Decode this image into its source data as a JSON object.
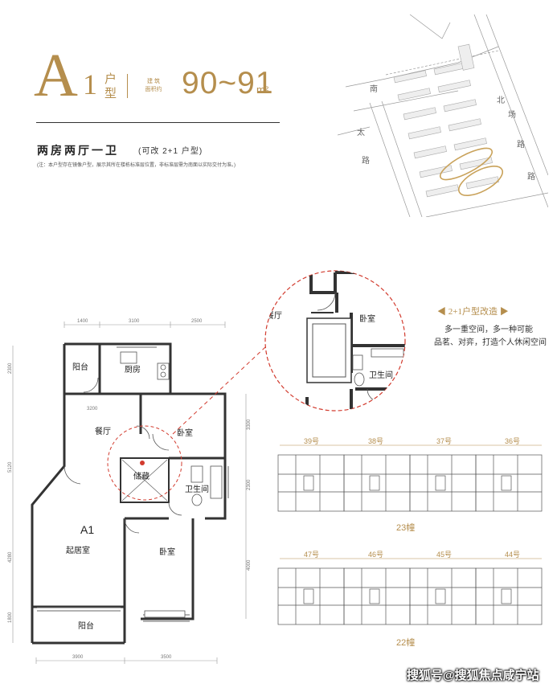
{
  "header": {
    "unit_letter": "A",
    "unit_number": "1",
    "unit_hu": "户",
    "unit_xing": "型",
    "area_label_1": "建 筑",
    "area_label_2": "面积约",
    "area_value": "90~91",
    "area_unit": "m²"
  },
  "subtitle": "两房两厅一卫",
  "subtitle_note": "(可改 2+1 户型)",
  "note": "(注：本户型存在镜像户型，展示其所在楼栋标准层位置，非标准层需为南面以实际交付为准。)",
  "site_plan": {
    "roads": [
      "南",
      "太",
      "路",
      "北",
      "场",
      "路",
      "路"
    ]
  },
  "floor_plan": {
    "unit_label": "A1",
    "rooms": {
      "balcony_top": "阳台",
      "kitchen": "厨房",
      "dining": "餐厅",
      "bedroom_top": "卧室",
      "storage": "储藏",
      "bathroom": "卫生间",
      "living": "起居室",
      "bedroom_bottom": "卧室",
      "balcony_bottom": "阳台"
    },
    "dims_top": [
      "1400",
      "3100",
      "2500"
    ],
    "dims_bottom": [
      "3900",
      "3500"
    ],
    "dims_left": [
      "2300",
      "5120",
      "4280",
      "1800"
    ],
    "dims_right": [
      "3300",
      "2300",
      "4000"
    ],
    "dim_inner": "3200"
  },
  "zoom": {
    "dining": "餐厅",
    "bedroom": "卧室",
    "bathroom": "卫生间"
  },
  "renovation": {
    "title": "◀ 2+1户型改造 ▶",
    "line1": "多一重空间，多一种可能",
    "line2": "品茗、对弈，打造个人休闲空间"
  },
  "buildings": [
    {
      "label": "23幢",
      "units": [
        "39号",
        "38号",
        "37号",
        "36号"
      ]
    },
    {
      "label": "22幢",
      "units": [
        "47号",
        "46号",
        "45号",
        "44号"
      ]
    }
  ],
  "watermark": "搜狐号@搜狐焦点咸宁站",
  "colors": {
    "accent": "#b58e4d",
    "dashed_red": "#d23b2e",
    "wall": "#333333"
  }
}
